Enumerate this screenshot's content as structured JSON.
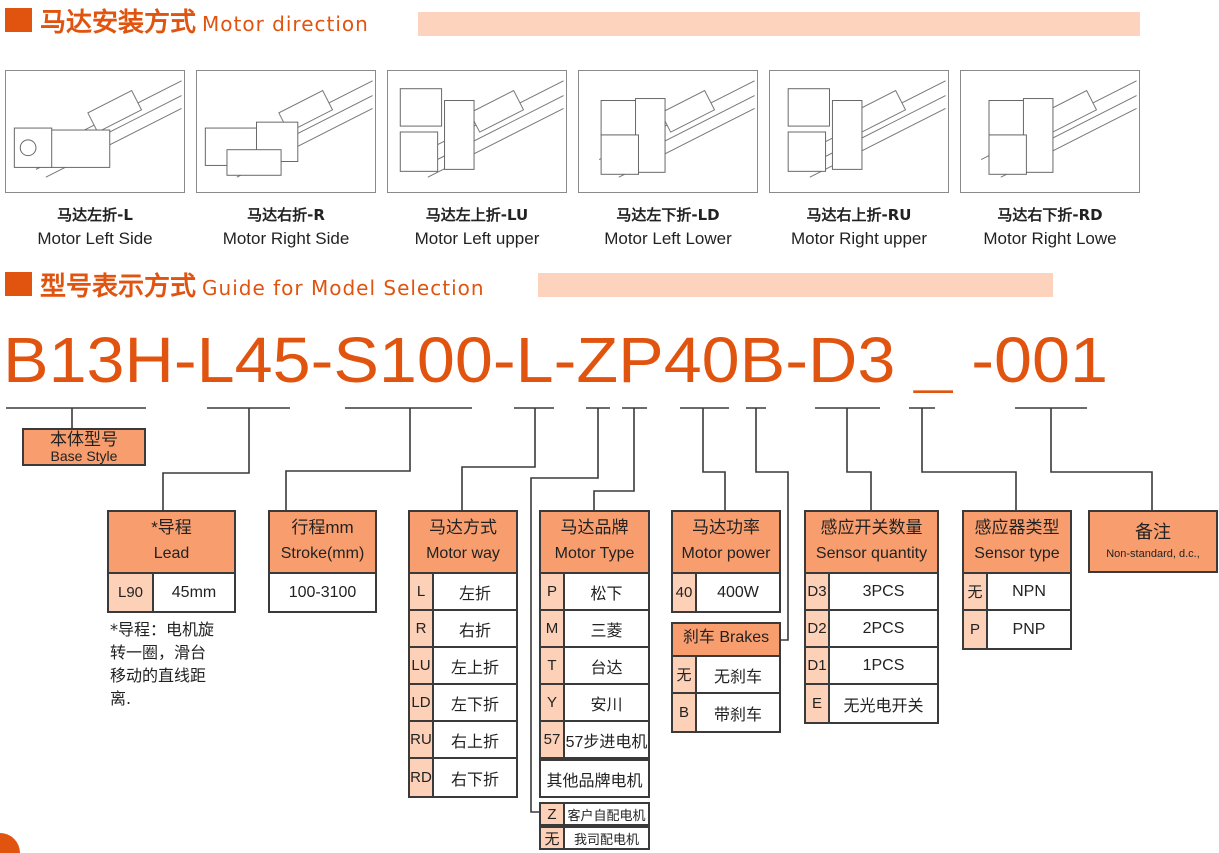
{
  "section1": {
    "title_cn": "马达安装方式",
    "title_en": "Motor direction"
  },
  "directions": [
    {
      "cn": "马达左折-L",
      "en": "Motor Left Side"
    },
    {
      "cn": "马达右折-R",
      "en": "Motor Right Side"
    },
    {
      "cn": "马达左上折-LU",
      "en": "Motor Left upper"
    },
    {
      "cn": "马达左下折-LD",
      "en": "Motor Left Lower"
    },
    {
      "cn": "马达右上折-RU",
      "en": "Motor Right upper"
    },
    {
      "cn": "马达右下折-RD",
      "en": "Motor Right Lowe"
    }
  ],
  "section2": {
    "title_cn": "型号表示方式",
    "title_en": "Guide for Model Selection"
  },
  "model_code": "B13H-L45-S100-L-ZP40B-D3 _ -001",
  "base": {
    "cn": "本体型号",
    "en": "Base Style"
  },
  "lead": {
    "cn": "*导程",
    "en": "Lead",
    "rows": [
      {
        "k": "L90",
        "v": "45mm"
      }
    ],
    "note": [
      "*导程：电机旋",
      "转一圈，滑台",
      "移动的直线距",
      "离."
    ]
  },
  "stroke": {
    "cn": "行程mm",
    "en": "Stroke(mm)",
    "value": "100-3100"
  },
  "motor_way": {
    "cn": "马达方式",
    "en": "Motor way",
    "rows": [
      {
        "k": "L",
        "v": "左折"
      },
      {
        "k": "R",
        "v": "右折"
      },
      {
        "k": "LU",
        "v": "左上折"
      },
      {
        "k": "LD",
        "v": "左下折"
      },
      {
        "k": "RU",
        "v": "右上折"
      },
      {
        "k": "RD",
        "v": "右下折"
      }
    ]
  },
  "motor_type": {
    "cn": "马达品牌",
    "en": "Motor Type",
    "rows": [
      {
        "k": "P",
        "v": "松下"
      },
      {
        "k": "M",
        "v": "三菱"
      },
      {
        "k": "T",
        "v": "台达"
      },
      {
        "k": "Y",
        "v": "安川"
      },
      {
        "k": "57",
        "v": "57步进电机"
      }
    ],
    "other": "其他品牌电机",
    "supply": [
      {
        "k": "Z",
        "v": "客户自配电机"
      },
      {
        "k": "无",
        "v": "我司配电机"
      }
    ]
  },
  "motor_power": {
    "cn": "马达功率",
    "en": "Motor power",
    "rows": [
      {
        "k": "40",
        "v": "400W"
      }
    ]
  },
  "brakes": {
    "title": "刹车 Brakes",
    "rows": [
      {
        "k": "无",
        "v": "无刹车"
      },
      {
        "k": "B",
        "v": "带刹车"
      }
    ]
  },
  "sensor_qty": {
    "cn": "感应开关数量",
    "en": "Sensor quantity",
    "rows": [
      {
        "k": "D3",
        "v": "3PCS"
      },
      {
        "k": "D2",
        "v": "2PCS"
      },
      {
        "k": "D1",
        "v": "1PCS"
      },
      {
        "k": "E",
        "v": "无光电开关"
      }
    ]
  },
  "sensor_type": {
    "cn": "感应器类型",
    "en": "Sensor type",
    "rows": [
      {
        "k": "无",
        "v": "NPN"
      },
      {
        "k": "P",
        "v": "PNP"
      }
    ]
  },
  "remarks": {
    "cn": "备注",
    "en": "Non-standard, d.c.,"
  },
  "colors": {
    "accent": "#e0540f",
    "header_fill": "#f89e6e",
    "key_fill": "#fdd0b8",
    "bar": "#fdd3bd"
  }
}
